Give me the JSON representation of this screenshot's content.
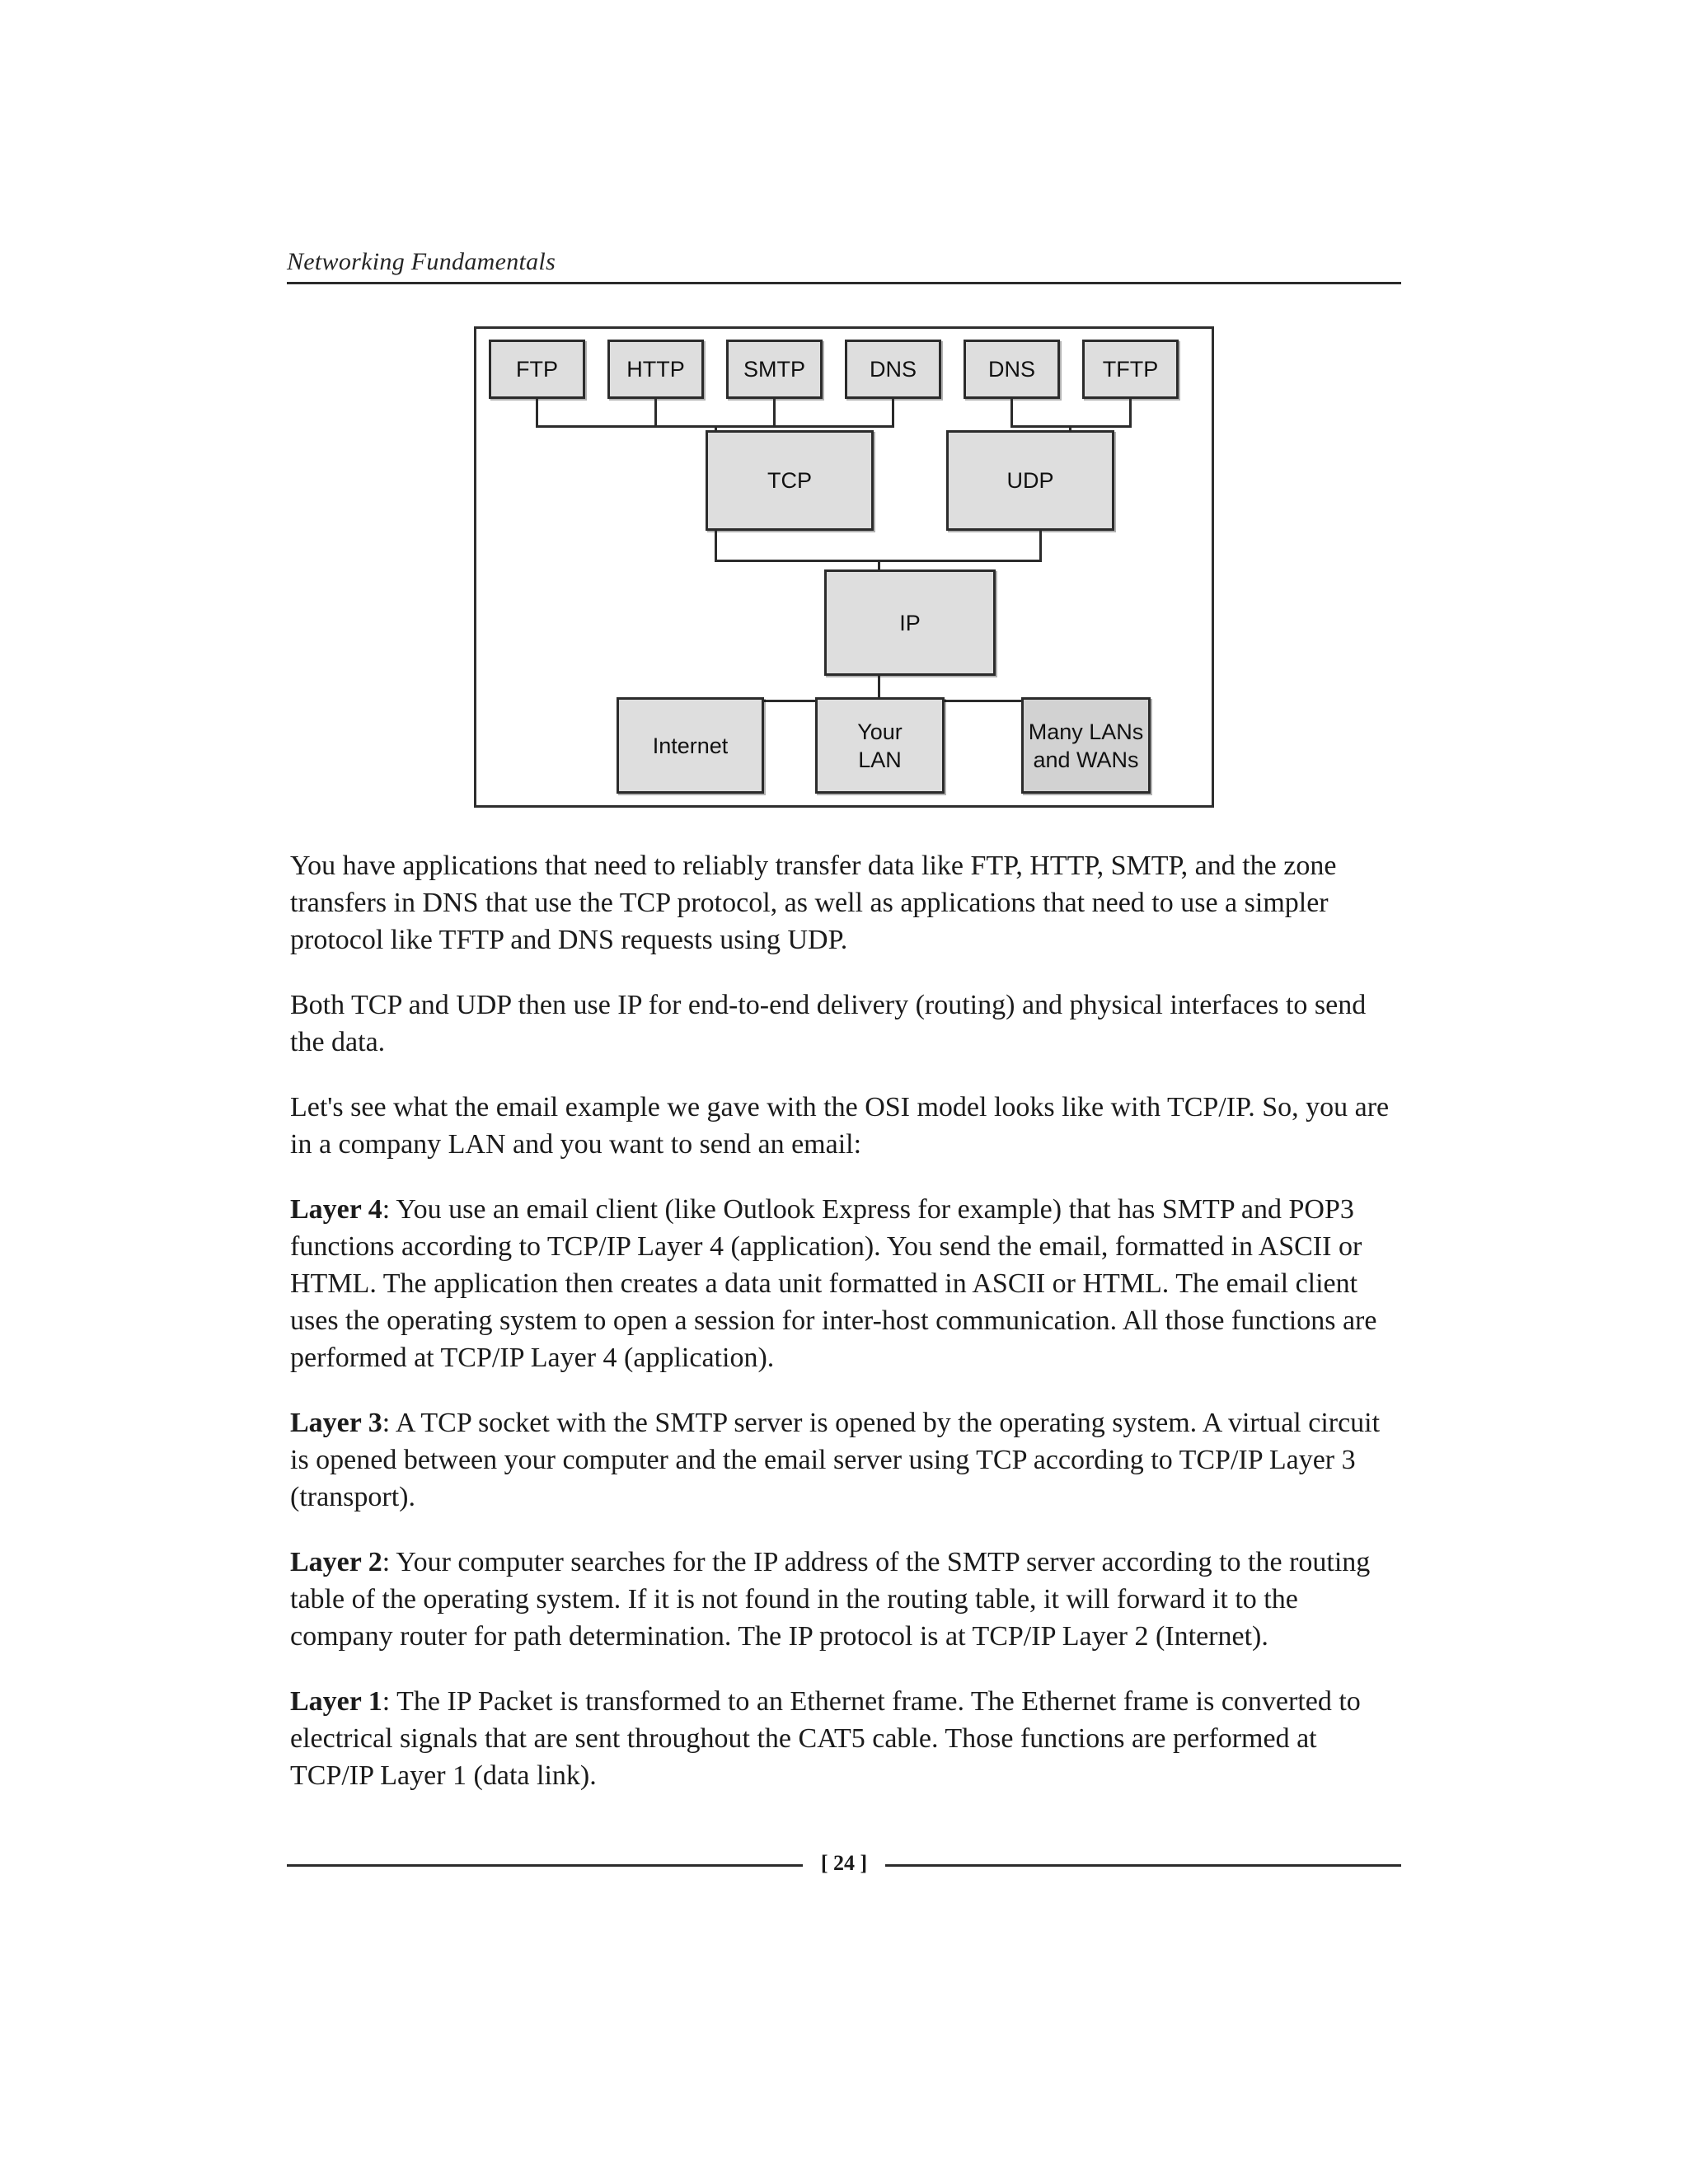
{
  "header": {
    "title": "Networking Fundamentals"
  },
  "figure": {
    "name": "tcp-ip-protocol-stack-diagram",
    "nodes": {
      "app_ftp": "FTP",
      "app_http": "HTTP",
      "app_smtp": "SMTP",
      "app_dns_tcp": "DNS",
      "app_dns_udp": "DNS",
      "app_tftp": "TFTP",
      "transport_tcp": "TCP",
      "transport_udp": "UDP",
      "internet_ip": "IP",
      "link_internet": "Internet",
      "link_your_lan": "Your\nLAN",
      "link_many_lans": "Many LANs\nand WANs"
    },
    "colors": {
      "node_fill": "#dedede",
      "node_fill_dark": "#d2d2d2",
      "node_border": "#2b2b2b",
      "frame_border": "#2e2e2e"
    }
  },
  "body": {
    "paragraphs": [
      {
        "lead": "",
        "text": "You have applications that need to reliably transfer data like FTP, HTTP, SMTP, and the zone transfers in DNS that use the TCP protocol, as well as applications that need to use a simpler protocol like TFTP and DNS requests using UDP."
      },
      {
        "lead": "",
        "text": "Both TCP and UDP then use IP for end-to-end delivery (routing) and physical interfaces to send the data."
      },
      {
        "lead": "",
        "text": "Let's see what the email example we gave with the OSI model looks like with TCP/IP. So, you are in a company LAN and you want to send an email:"
      },
      {
        "lead": "Layer 4",
        "text": ": You use an email client (like Outlook Express for example) that has SMTP and POP3 functions according to TCP/IP Layer 4 (application). You send the email, formatted in ASCII or HTML. The application then creates a data unit formatted in ASCII or HTML. The email client uses the operating system to open a session for inter-host communication. All those functions are performed at TCP/IP Layer 4 (application)."
      },
      {
        "lead": "Layer 3",
        "text": ": A TCP socket with the SMTP server is opened by the operating system. A virtual circuit is opened between your computer and the email server using TCP according to TCP/IP Layer 3 (transport)."
      },
      {
        "lead": "Layer 2",
        "text": ": Your computer searches for the IP address of the SMTP server according to the routing table of the operating system. If it is not found in the routing table, it will forward it to the company router for path determination. The IP protocol is at TCP/IP Layer 2 (Internet)."
      },
      {
        "lead": "Layer 1",
        "text": ": The IP Packet is transformed to an Ethernet frame. The Ethernet frame is converted to electrical signals that are sent throughout the CAT5 cable. Those functions are performed at TCP/IP Layer 1 (data link)."
      }
    ]
  },
  "footer": {
    "page_label": "[ 24 ]"
  }
}
